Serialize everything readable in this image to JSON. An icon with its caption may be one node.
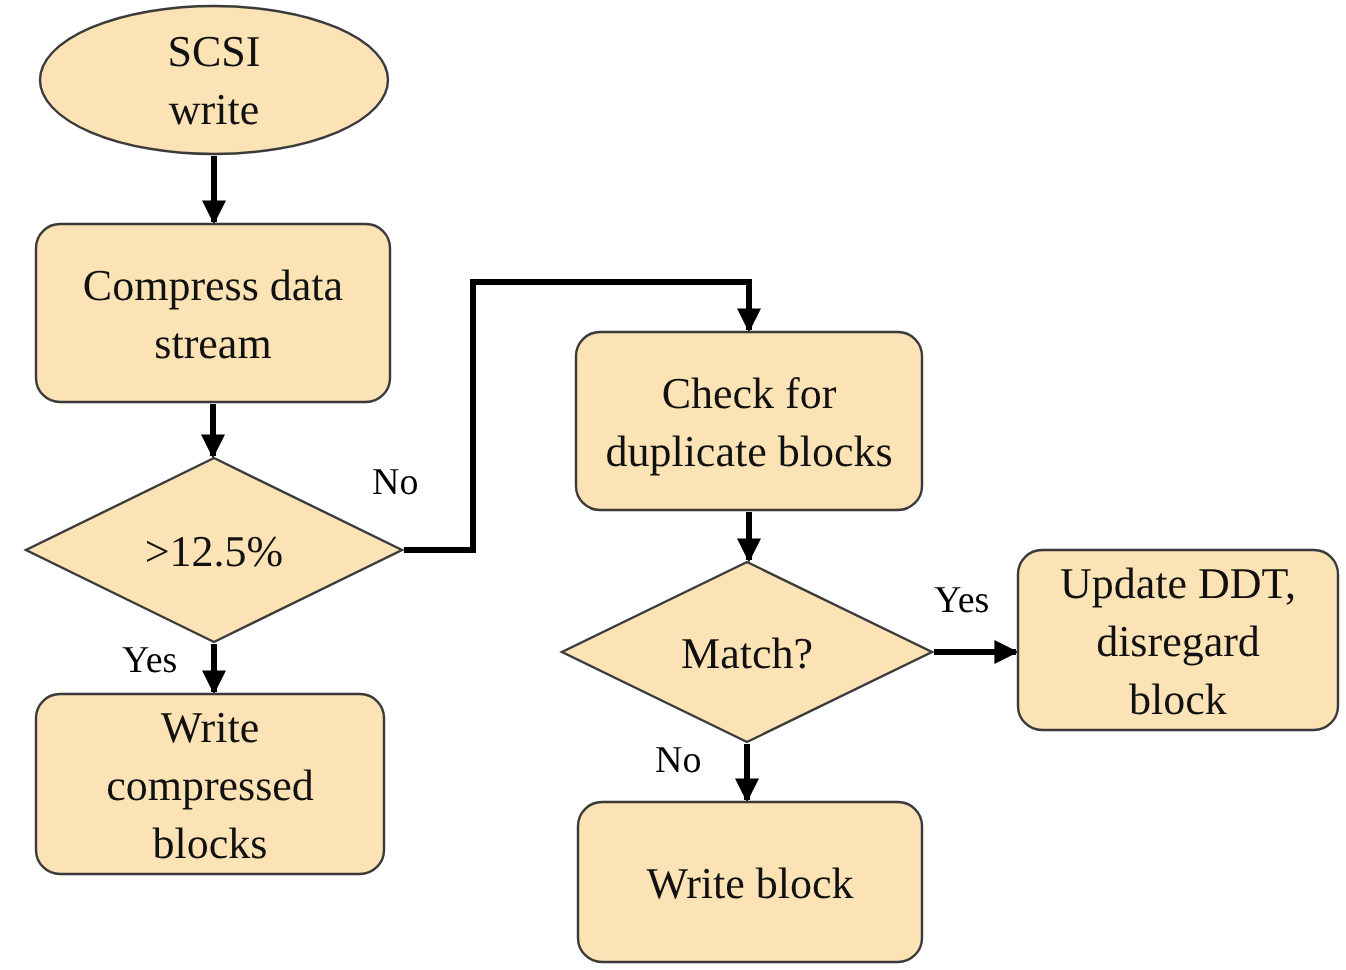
{
  "diagram": {
    "nodes": [
      {
        "text": [
          "SCSI write"
        ]
      },
      {
        "text": [
          "Compress data stream"
        ]
      },
      {
        "text": [
          ">12.5%"
        ]
      },
      {
        "text": [
          "Write compressed blocks"
        ]
      },
      {
        "text": [
          "Check for duplicate blocks"
        ]
      },
      {
        "text": [
          "Match?"
        ]
      },
      {
        "text": [
          "Update DDT, disregard block"
        ]
      },
      {
        "text": [
          "Write block"
        ]
      }
    ],
    "edges": [
      {
        "from": 0,
        "to": 1,
        "arrow": "to"
      },
      {
        "from": 1,
        "to": 2,
        "arrow": "to"
      },
      {
        "from": 2,
        "to": 3,
        "arrow": "to",
        "label": "Yes"
      },
      {
        "from": 2,
        "to": 4,
        "arrow": "to",
        "label": "No"
      },
      {
        "from": 4,
        "to": 5,
        "arrow": "to"
      },
      {
        "from": 5,
        "to": 6,
        "arrow": "to",
        "label": "Yes"
      },
      {
        "from": 5,
        "to": 7,
        "arrow": "to",
        "label": "No"
      }
    ]
  }
}
